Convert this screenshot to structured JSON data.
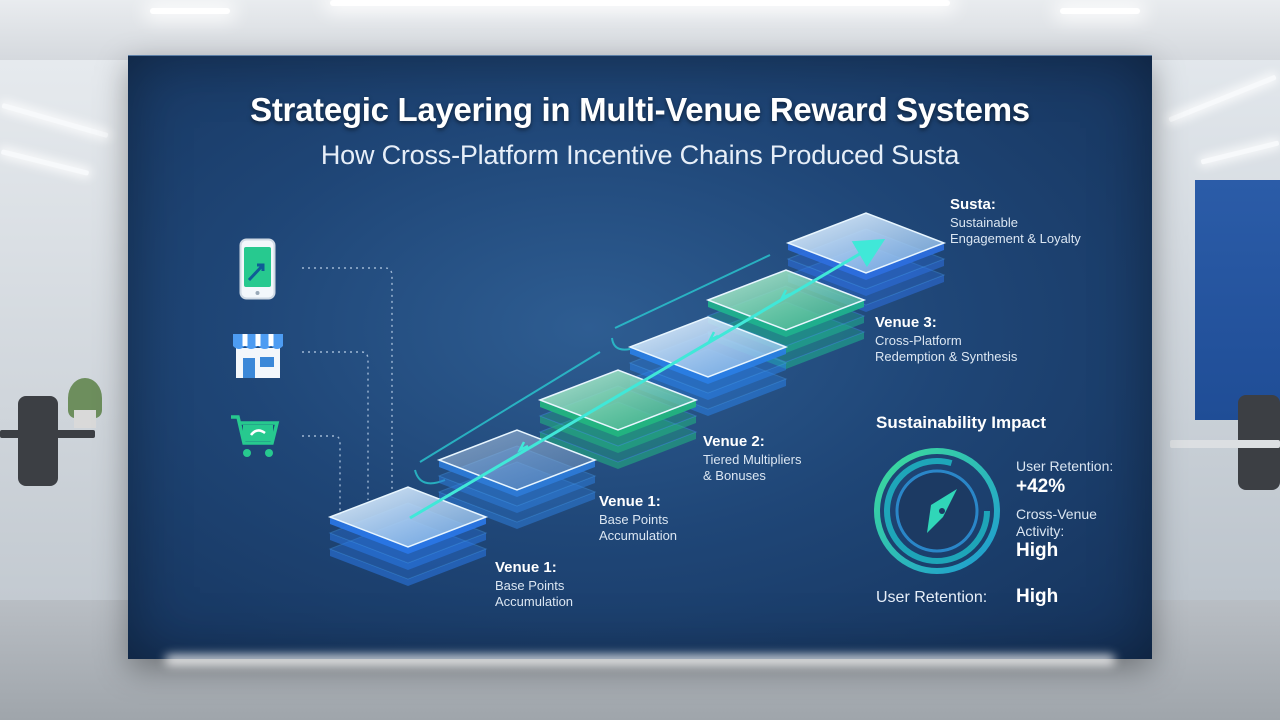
{
  "title": "Strategic Layering in Multi-Venue Reward Systems",
  "subtitle": "How Cross-Platform Incentive Chains Produced Susta",
  "layers": [
    {
      "heading": "Venue 1:",
      "line1": "Base Points",
      "line2": "Accumulation"
    },
    {
      "heading": "Venue 1:",
      "line1": "Base Points",
      "line2": "Accumulation"
    },
    {
      "heading": "Venue 2:",
      "line1": "Tiered Multipliers",
      "line2": "& Bonuses"
    },
    {
      "heading": "Venue 3:",
      "line1": "Cross-Platform",
      "line2": "Redemption & Synthesis"
    },
    {
      "heading": "Susta:",
      "line1": "Sustainable",
      "line2": "Engagement & Loyalty"
    }
  ],
  "icons": [
    "smartphone-icon",
    "storefront-icon",
    "shopping-cart-icon",
    "compass-icon"
  ],
  "impact": {
    "title": "Sustainability Impact",
    "retention_label": "User Retention:",
    "retention_value": "+42%",
    "activity_label_line1": "Cross-Venue",
    "activity_label_line2": "Activity:",
    "activity_value": "High",
    "bottom_label": "User Retention:",
    "bottom_value": "High"
  },
  "colors": {
    "accent_cyan": "#29e0d0",
    "accent_green": "#3fe59b",
    "accent_blue": "#3a8cff",
    "board_bg": "#1f4677"
  }
}
